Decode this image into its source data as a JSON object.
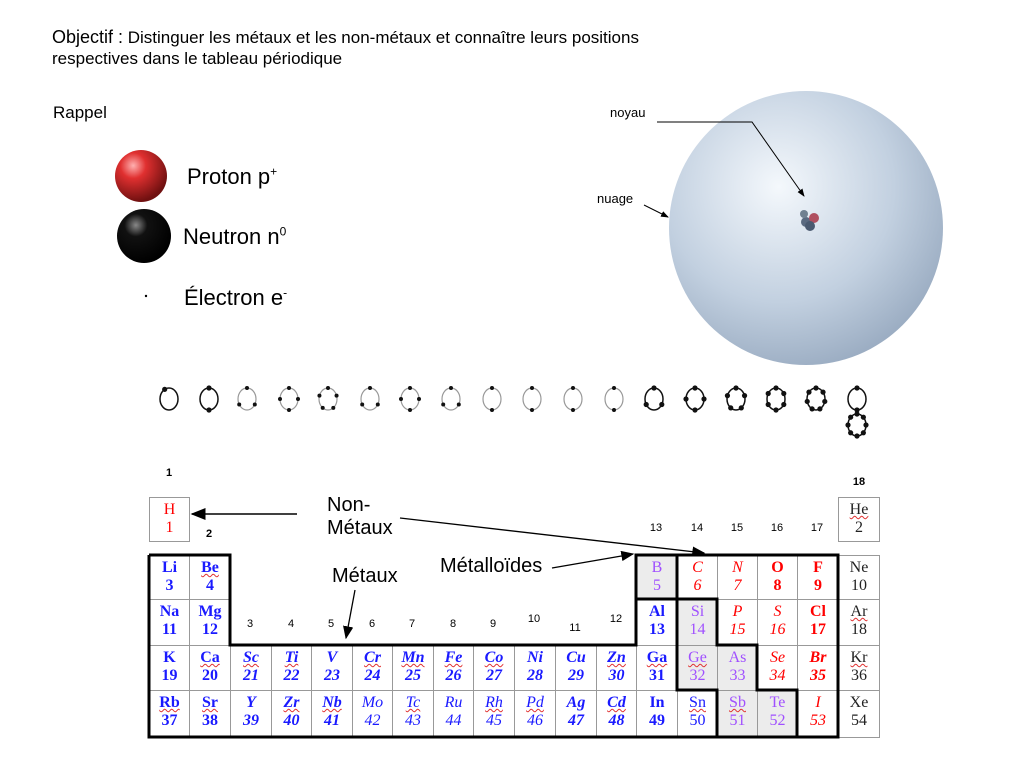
{
  "header": {
    "objective_label": "Objectif :",
    "objective_text": " Distinguer les métaux et les non-métaux et connaître leurs positions",
    "objective_line2": "respectives dans le tableau périodique",
    "rappel": "Rappel"
  },
  "legend": {
    "proton": "Proton p",
    "proton_sup": "+",
    "neutron": "Neutron n",
    "neutron_sup": "0",
    "electron": "Électron e",
    "electron_sup": "-"
  },
  "atom": {
    "noyau": "noyau",
    "nuage": "nuage"
  },
  "shells": [
    1,
    2,
    3,
    4,
    5,
    3,
    4,
    3,
    2,
    2,
    2,
    2,
    3,
    4,
    5,
    6,
    7,
    2,
    8
  ],
  "colors": {
    "metal": "#1a1aff",
    "nonmetal": "#ff0000",
    "metalloid": "#a050ff",
    "noble": "#222222",
    "shade": "#ececec"
  },
  "annotations": {
    "nonmetaux_1": "Non-",
    "nonmetaux_2": "Métaux",
    "metaux": "Métaux",
    "metalloides": "Métalloïdes"
  },
  "groups": [
    "1",
    "2",
    "3",
    "4",
    "5",
    "6",
    "7",
    "8",
    "9",
    "10",
    "11",
    "12",
    "13",
    "14",
    "15",
    "16",
    "17",
    "18"
  ],
  "elements": [
    {
      "s": "H",
      "n": 1,
      "r": 1,
      "c": 1,
      "k": "nonmetal",
      "f": "n"
    },
    {
      "s": "He",
      "n": 2,
      "r": 1,
      "c": 18,
      "k": "noble",
      "f": "n",
      "w": 1
    },
    {
      "s": "Li",
      "n": 3,
      "r": 2,
      "c": 1,
      "k": "metal",
      "f": "b"
    },
    {
      "s": "Be",
      "n": 4,
      "r": 2,
      "c": 2,
      "k": "metal",
      "f": "b",
      "w": 1
    },
    {
      "s": "B",
      "n": 5,
      "r": 2,
      "c": 13,
      "k": "metalloid",
      "f": "n"
    },
    {
      "s": "C",
      "n": 6,
      "r": 2,
      "c": 14,
      "k": "nonmetal",
      "f": "i"
    },
    {
      "s": "N",
      "n": 7,
      "r": 2,
      "c": 15,
      "k": "nonmetal",
      "f": "i"
    },
    {
      "s": "O",
      "n": 8,
      "r": 2,
      "c": 16,
      "k": "nonmetal",
      "f": "b"
    },
    {
      "s": "F",
      "n": 9,
      "r": 2,
      "c": 17,
      "k": "nonmetal",
      "f": "b"
    },
    {
      "s": "Ne",
      "n": 10,
      "r": 2,
      "c": 18,
      "k": "noble",
      "f": "n"
    },
    {
      "s": "Na",
      "n": 11,
      "r": 3,
      "c": 1,
      "k": "metal",
      "f": "b"
    },
    {
      "s": "Mg",
      "n": 12,
      "r": 3,
      "c": 2,
      "k": "metal",
      "f": "b"
    },
    {
      "s": "Al",
      "n": 13,
      "r": 3,
      "c": 13,
      "k": "metal",
      "f": "b"
    },
    {
      "s": "Si",
      "n": 14,
      "r": 3,
      "c": 14,
      "k": "metalloid",
      "f": "n"
    },
    {
      "s": "P",
      "n": 15,
      "r": 3,
      "c": 15,
      "k": "nonmetal",
      "f": "i"
    },
    {
      "s": "S",
      "n": 16,
      "r": 3,
      "c": 16,
      "k": "nonmetal",
      "f": "i"
    },
    {
      "s": "Cl",
      "n": 17,
      "r": 3,
      "c": 17,
      "k": "nonmetal",
      "f": "b"
    },
    {
      "s": "Ar",
      "n": 18,
      "r": 3,
      "c": 18,
      "k": "noble",
      "f": "n",
      "w": 1
    },
    {
      "s": "K",
      "n": 19,
      "r": 4,
      "c": 1,
      "k": "metal",
      "f": "b"
    },
    {
      "s": "Ca",
      "n": 20,
      "r": 4,
      "c": 2,
      "k": "metal",
      "f": "b",
      "w": 1
    },
    {
      "s": "Sc",
      "n": 21,
      "r": 4,
      "c": 3,
      "k": "metal",
      "f": "bi",
      "w": 1
    },
    {
      "s": "Ti",
      "n": 22,
      "r": 4,
      "c": 4,
      "k": "metal",
      "f": "bi",
      "w": 1
    },
    {
      "s": "V",
      "n": 23,
      "r": 4,
      "c": 5,
      "k": "metal",
      "f": "bi"
    },
    {
      "s": "Cr",
      "n": 24,
      "r": 4,
      "c": 6,
      "k": "metal",
      "f": "bi",
      "w": 1
    },
    {
      "s": "Mn",
      "n": 25,
      "r": 4,
      "c": 7,
      "k": "metal",
      "f": "bi",
      "w": 1
    },
    {
      "s": "Fe",
      "n": 26,
      "r": 4,
      "c": 8,
      "k": "metal",
      "f": "bi",
      "w": 1
    },
    {
      "s": "Co",
      "n": 27,
      "r": 4,
      "c": 9,
      "k": "metal",
      "f": "bi",
      "w": 1
    },
    {
      "s": "Ni",
      "n": 28,
      "r": 4,
      "c": 10,
      "k": "metal",
      "f": "bi"
    },
    {
      "s": "Cu",
      "n": 29,
      "r": 4,
      "c": 11,
      "k": "metal",
      "f": "bi"
    },
    {
      "s": "Zn",
      "n": 30,
      "r": 4,
      "c": 12,
      "k": "metal",
      "f": "bi",
      "w": 1
    },
    {
      "s": "Ga",
      "n": 31,
      "r": 4,
      "c": 13,
      "k": "metal",
      "f": "b",
      "w": 1
    },
    {
      "s": "Ge",
      "n": 32,
      "r": 4,
      "c": 14,
      "k": "metalloid",
      "f": "n",
      "w": 1
    },
    {
      "s": "As",
      "n": 33,
      "r": 4,
      "c": 15,
      "k": "metalloid",
      "f": "n"
    },
    {
      "s": "Se",
      "n": 34,
      "r": 4,
      "c": 16,
      "k": "nonmetal",
      "f": "i"
    },
    {
      "s": "Br",
      "n": 35,
      "r": 4,
      "c": 17,
      "k": "nonmetal",
      "f": "bi"
    },
    {
      "s": "Kr",
      "n": 36,
      "r": 4,
      "c": 18,
      "k": "noble",
      "f": "n",
      "w": 1
    },
    {
      "s": "Rb",
      "n": 37,
      "r": 5,
      "c": 1,
      "k": "metal",
      "f": "b",
      "w": 1
    },
    {
      "s": "Sr",
      "n": 38,
      "r": 5,
      "c": 2,
      "k": "metal",
      "f": "b",
      "w": 1
    },
    {
      "s": "Y",
      "n": 39,
      "r": 5,
      "c": 3,
      "k": "metal",
      "f": "bi"
    },
    {
      "s": "Zr",
      "n": 40,
      "r": 5,
      "c": 4,
      "k": "metal",
      "f": "bi",
      "w": 1
    },
    {
      "s": "Nb",
      "n": 41,
      "r": 5,
      "c": 5,
      "k": "metal",
      "f": "bi",
      "w": 1
    },
    {
      "s": "Mo",
      "n": 42,
      "r": 5,
      "c": 6,
      "k": "metal",
      "f": "i"
    },
    {
      "s": "Tc",
      "n": 43,
      "r": 5,
      "c": 7,
      "k": "metal",
      "f": "i",
      "w": 1
    },
    {
      "s": "Ru",
      "n": 44,
      "r": 5,
      "c": 8,
      "k": "metal",
      "f": "i"
    },
    {
      "s": "Rh",
      "n": 45,
      "r": 5,
      "c": 9,
      "k": "metal",
      "f": "i",
      "w": 1
    },
    {
      "s": "Pd",
      "n": 46,
      "r": 5,
      "c": 10,
      "k": "metal",
      "f": "i",
      "w": 1
    },
    {
      "s": "Ag",
      "n": 47,
      "r": 5,
      "c": 11,
      "k": "metal",
      "f": "bi"
    },
    {
      "s": "Cd",
      "n": 48,
      "r": 5,
      "c": 12,
      "k": "metal",
      "f": "bi",
      "w": 1
    },
    {
      "s": "In",
      "n": 49,
      "r": 5,
      "c": 13,
      "k": "metal",
      "f": "b"
    },
    {
      "s": "Sn",
      "n": 50,
      "r": 5,
      "c": 14,
      "k": "metal",
      "f": "n",
      "w": 1
    },
    {
      "s": "Sb",
      "n": 51,
      "r": 5,
      "c": 15,
      "k": "metalloid",
      "f": "n",
      "w": 1
    },
    {
      "s": "Te",
      "n": 52,
      "r": 5,
      "c": 16,
      "k": "metalloid",
      "f": "n"
    },
    {
      "s": "I",
      "n": 53,
      "r": 5,
      "c": 17,
      "k": "nonmetal",
      "f": "i"
    },
    {
      "s": "Xe",
      "n": 54,
      "r": 5,
      "c": 18,
      "k": "noble",
      "f": "n"
    }
  ]
}
